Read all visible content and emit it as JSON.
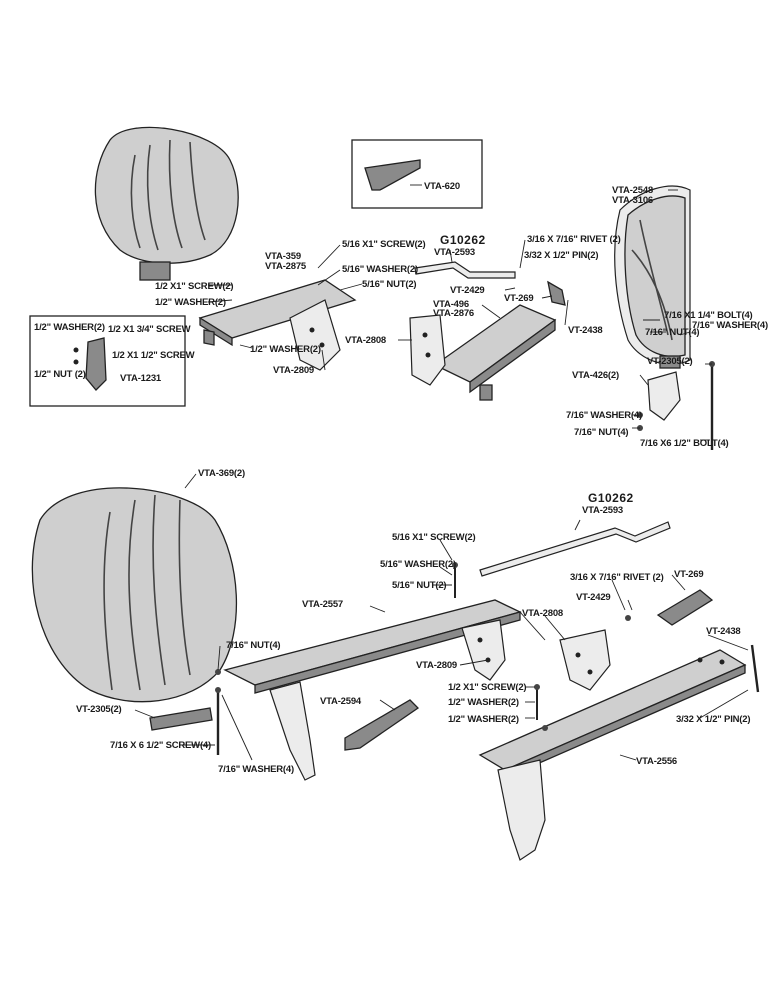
{
  "labels": {
    "vta620": "VTA-620",
    "vta2548": "VTA-2548",
    "vta3106": "VTA-3106",
    "g10262_top": "G10262",
    "vta2593_top": "VTA-2593",
    "screw_5_16_top": "5/16 X1\" SCREW(2)",
    "washer_5_16_top": "5/16\" WASHER(2)",
    "nut_5_16_top": "5/16\" NUT(2)",
    "vta359": "VTA-359",
    "vta2875": "VTA-2875",
    "screw_1_2_top": "1/2 X1\" SCREW(2)",
    "washer_1_2_top": "1/2\" WASHER(2)",
    "washer_1_2_top_b": "1/2\" WASHER(2)",
    "rivet_top": "3/16 X 7/16\" RIVET (2)",
    "pin_top": "3/32 X 1/2\" PIN(2)",
    "vt2429_top": "VT-2429",
    "vt269_top": "VT-269",
    "vta496": "VTA-496",
    "vta2876": "VTA-2876",
    "vta2808_top": "VTA-2808",
    "vta2809_top": "VTA-2809",
    "vt2438_top": "VT-2438",
    "bolt_7_16_x1_top": "7/16 X1 1/4\" BOLT(4)",
    "nut_7_16_top": "7/16\" NUT(4)",
    "washer_7_16_top": "7/16\" WASHER(4)",
    "vt2305_top": "VT-2305(2)",
    "vta426": "VTA-426(2)",
    "washer_7_16_top_b": "7/16\" WASHER(4)",
    "nut_7_16_top_b": "7/16\" NUT(4)",
    "bolt_7_16_x6_top": "7/16 X6 1/2\" BOLT(4)",
    "inset_washer_a": "1/2\" WASHER(2)",
    "inset_screw_a": "1/2 X1 3/4\" SCREW",
    "inset_screw_b": "1/2 X1 1/2\" SCREW",
    "inset_nut": "1/2\" NUT (2)",
    "inset_vta1231": "VTA-1231",
    "vta369": "VTA-369(2)",
    "g10262_bot": "G10262",
    "vta2593_bot": "VTA-2593",
    "screw_5_16_bot": "5/16 X1\" SCREW(2)",
    "washer_5_16_bot": "5/16\" WASHER(2)",
    "nut_5_16_bot": "5/16\" NUT(2)",
    "vta2557": "VTA-2557",
    "vta2808_bot": "VTA-2808",
    "vta2809_bot": "VTA-2809",
    "nut_7_16_bot": "7/16\" NUT(4)",
    "vt2305_bot": "VT-2305(2)",
    "vta2594": "VTA-2594",
    "screw_7_16_bot": "7/16 X 6 1/2\" SCREW(4)",
    "washer_7_16_bot": "7/16\" WASHER(4)",
    "rivet_bot": "3/16 X 7/16\" RIVET (2)",
    "vt2429_bot": "VT-2429",
    "vt269_bot": "VT-269",
    "vt2438_bot": "VT-2438",
    "screw_1_2_bot": "1/2 X1\" SCREW(2)",
    "washer_1_2_bot_a": "1/2\" WASHER(2)",
    "washer_1_2_bot_b": "1/2\" WASHER(2)",
    "pin_bot": "3/32 X 1/2\" PIN(2)",
    "vta2556": "VTA-2556"
  }
}
